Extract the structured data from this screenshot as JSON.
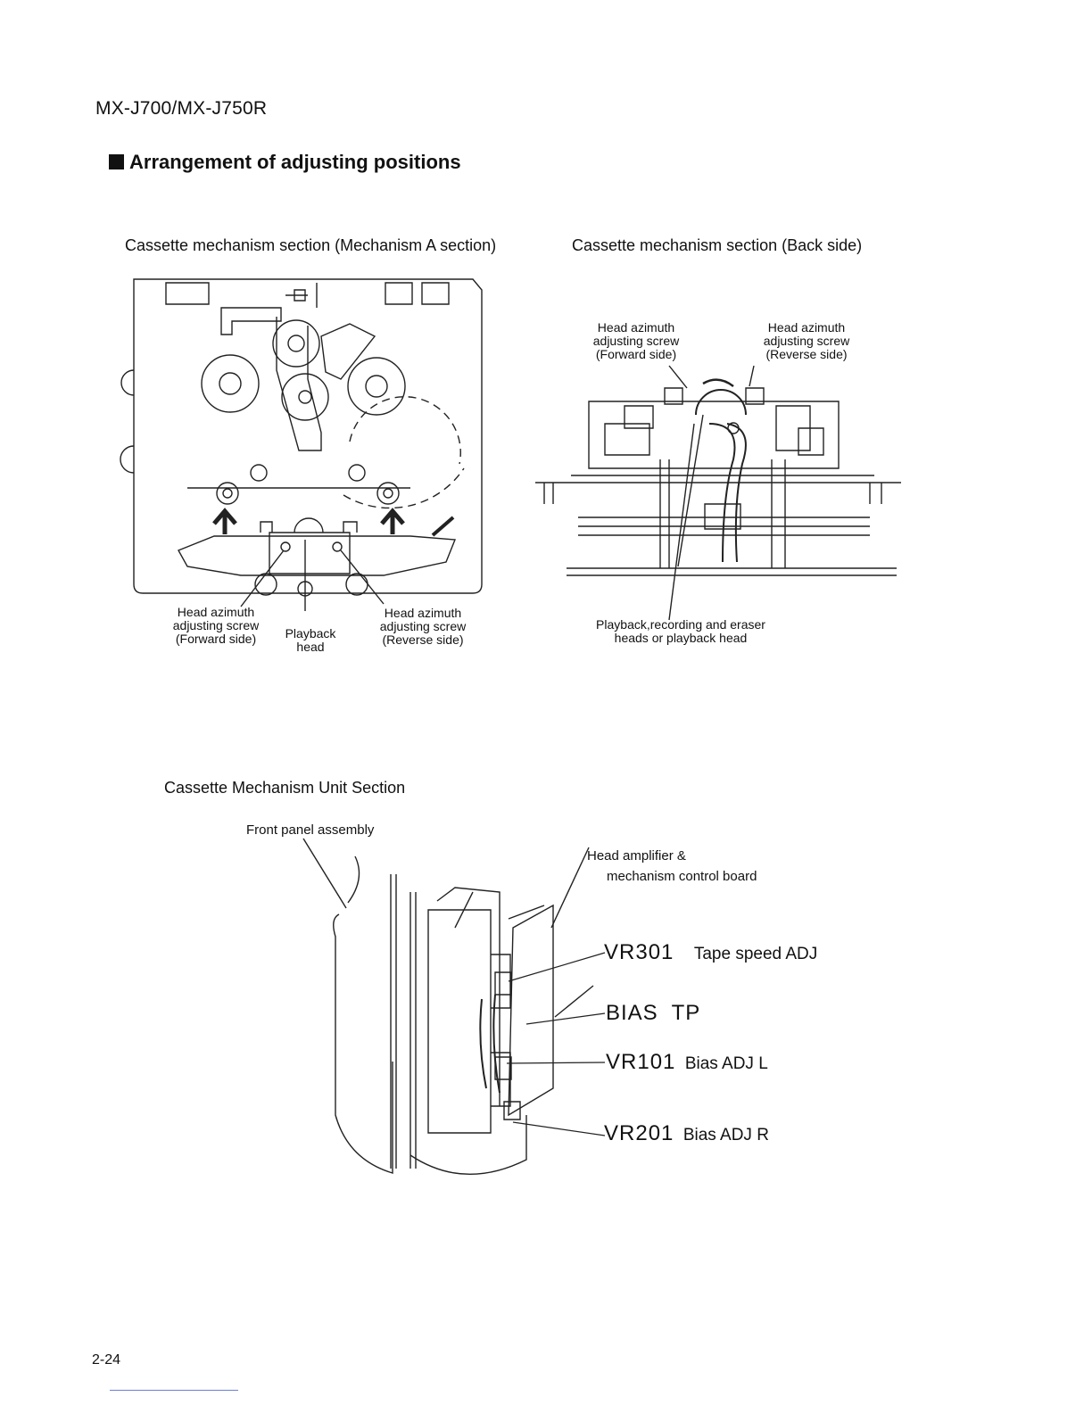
{
  "header": {
    "model": "MX-J700/MX-J750R"
  },
  "section": {
    "title": "Arrangement of adjusting positions"
  },
  "figure_a": {
    "caption": "Cassette mechanism section (Mechanism A section)",
    "label_left": [
      "Head azimuth",
      "adjusting screw",
      "(Forward side)"
    ],
    "label_center": [
      "Playback",
      "head"
    ],
    "label_right": [
      "Head azimuth",
      "adjusting screw",
      "(Reverse side)"
    ]
  },
  "figure_b": {
    "caption": "Cassette mechanism section (Back side)",
    "label_left": [
      "Head azimuth",
      "adjusting screw",
      "(Forward side)"
    ],
    "label_right": [
      "Head azimuth",
      "adjusting screw",
      "(Reverse side)"
    ],
    "label_bottom": [
      "Playback,recording and eraser",
      "heads or playback head"
    ]
  },
  "figure_c": {
    "caption": "Cassette Mechanism Unit Section",
    "front_panel": "Front panel assembly",
    "board": [
      "Head amplifier &",
      "mechanism control board"
    ],
    "points": [
      {
        "id": "VR301",
        "desc": "Tape speed ADJ"
      },
      {
        "id": "BIAS  TP",
        "desc": ""
      },
      {
        "id": "VR101",
        "desc": "Bias ADJ L"
      },
      {
        "id": "VR201",
        "desc": "Bias ADJ R"
      }
    ]
  },
  "footer": {
    "page": "2-24"
  }
}
